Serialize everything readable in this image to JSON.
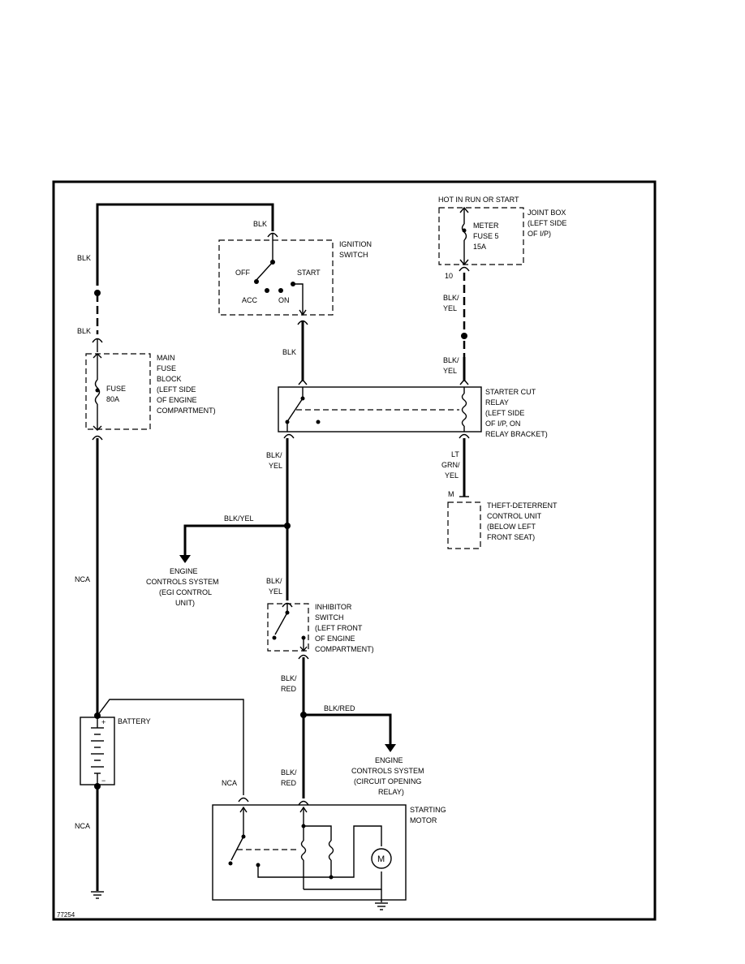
{
  "figure_id": "77254",
  "ignition_switch": {
    "name_lines": [
      "IGNITION",
      "SWITCH"
    ],
    "positions": [
      "OFF",
      "START",
      "ACC",
      "ON"
    ]
  },
  "joint_box": {
    "hot_label": "HOT IN RUN OR START",
    "location_lines": [
      "JOINT BOX",
      "(LEFT SIDE",
      "OF I/P)"
    ],
    "fuse_lines": [
      "METER",
      "FUSE 5",
      "15A"
    ],
    "terminal": "10"
  },
  "main_fuse_block": {
    "location_lines": [
      "MAIN",
      "FUSE",
      "BLOCK",
      "(LEFT SIDE",
      "OF ENGINE",
      "COMPARTMENT)"
    ],
    "fuse_lines": [
      "FUSE",
      "80A"
    ]
  },
  "starter_cut_relay": {
    "lines": [
      "STARTER CUT",
      "RELAY",
      "(LEFT SIDE",
      "OF I/P, ON",
      "RELAY BRACKET)"
    ]
  },
  "theft_unit": {
    "terminal": "M",
    "lines": [
      "THEFT-DETERRENT",
      "CONTROL UNIT",
      "(BELOW LEFT",
      "FRONT SEAT)"
    ]
  },
  "engine_controls_egi": {
    "lines": [
      "ENGINE",
      "CONTROLS SYSTEM",
      "(EGI CONTROL",
      "UNIT)"
    ]
  },
  "inhibitor_switch": {
    "lines": [
      "INHIBITOR",
      "SWITCH",
      "(LEFT FRONT",
      "OF ENGINE",
      "COMPARTMENT)"
    ]
  },
  "engine_controls_cor": {
    "lines": [
      "ENGINE",
      "CONTROLS SYSTEM",
      "(CIRCUIT OPENING",
      "RELAY)"
    ]
  },
  "battery": {
    "name": "BATTERY",
    "plus": "+",
    "minus": "−"
  },
  "starting_motor": {
    "lines": [
      "STARTING",
      "MOTOR"
    ],
    "motor_symbol": "M"
  },
  "wire_labels": {
    "blk_top": "BLK",
    "blk_left_upper": "BLK",
    "blk_left_lower": "BLK",
    "blk_ign_out": "BLK",
    "blk_yel_1": [
      "BLK/",
      "YEL"
    ],
    "blk_yel_2": [
      "BLK/",
      "YEL"
    ],
    "blk_yel_relay_out": [
      "BLK/",
      "YEL"
    ],
    "blk_yel_branch": "BLK/YEL",
    "blk_yel_inhib_in": [
      "BLK/",
      "YEL"
    ],
    "lt_grn_yel": [
      "LT",
      "GRN/",
      "YEL"
    ],
    "nca_left": "NCA",
    "nca_bottom": "NCA",
    "nca_motor": "NCA",
    "blk_red_1": [
      "BLK/",
      "RED"
    ],
    "blk_red_branch": "BLK/RED",
    "blk_red_2": [
      "BLK/",
      "RED"
    ]
  }
}
